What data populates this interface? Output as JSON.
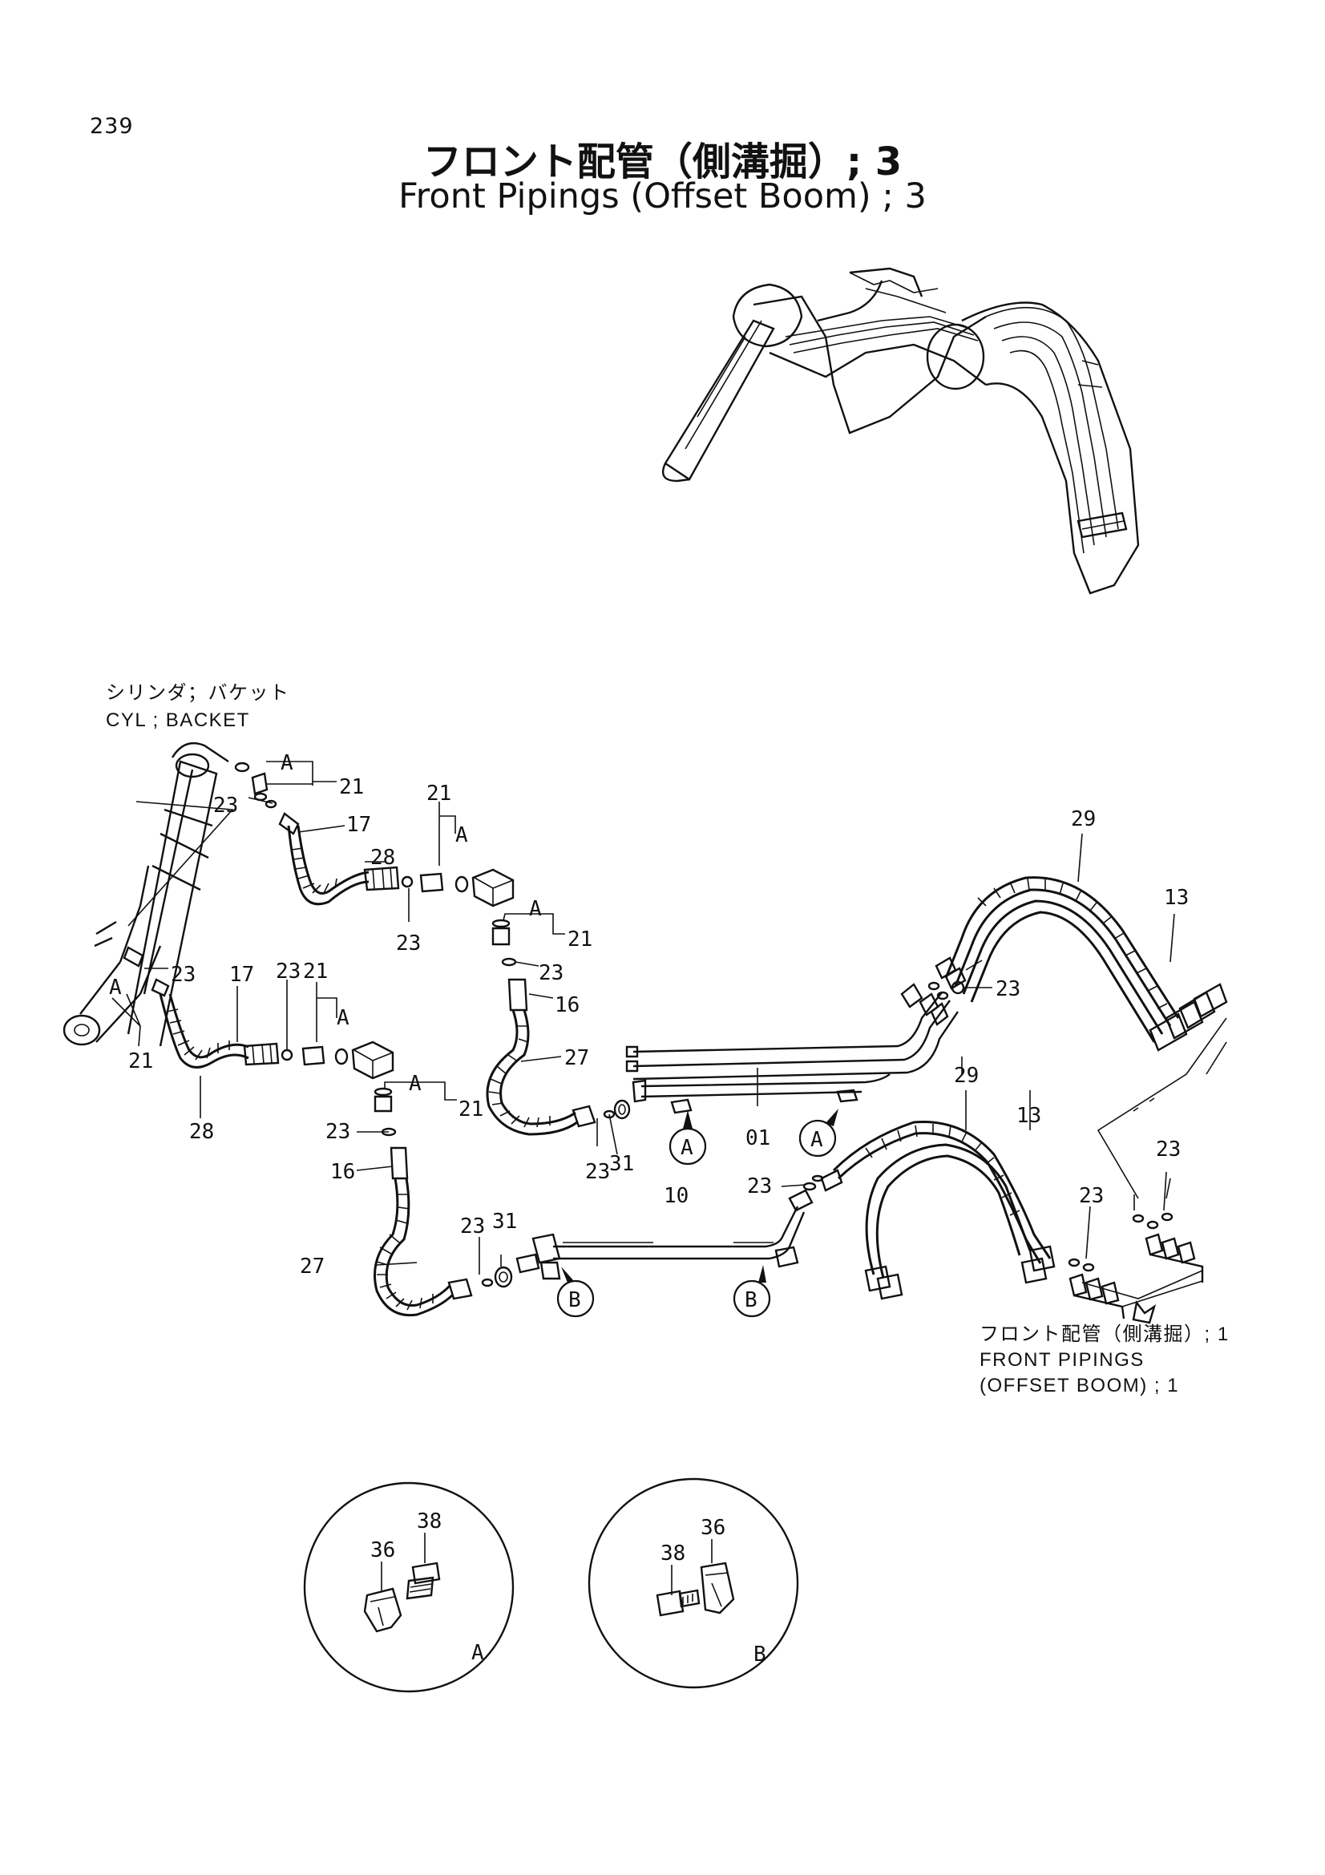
{
  "page": {
    "number": "239"
  },
  "title": {
    "japanese": "フロント配管（側溝掘）; 3",
    "english": "Front Pipings (Offset Boom) ; 3"
  },
  "captions": {
    "cylinder_jp": "シリンダ；バケット",
    "cylinder_en": "CYL ; BACKET",
    "ref_jp": "フロント配管（側溝掘）; 1",
    "ref_en_line1": "FRONT PIPINGS",
    "ref_en_line2": "(OFFSET BOOM) ; 1"
  },
  "callouts": {
    "p01": "01",
    "p10": "10",
    "p13": "13",
    "p16": "16",
    "p17": "17",
    "p21": "21",
    "p23": "23",
    "p27": "27",
    "p28": "28",
    "p29": "29",
    "p31": "31",
    "p36": "36",
    "p38": "38"
  },
  "view_markers": {
    "a": "A",
    "b": "B"
  },
  "detail_views": {
    "a_label": "A",
    "b_label": "B"
  }
}
